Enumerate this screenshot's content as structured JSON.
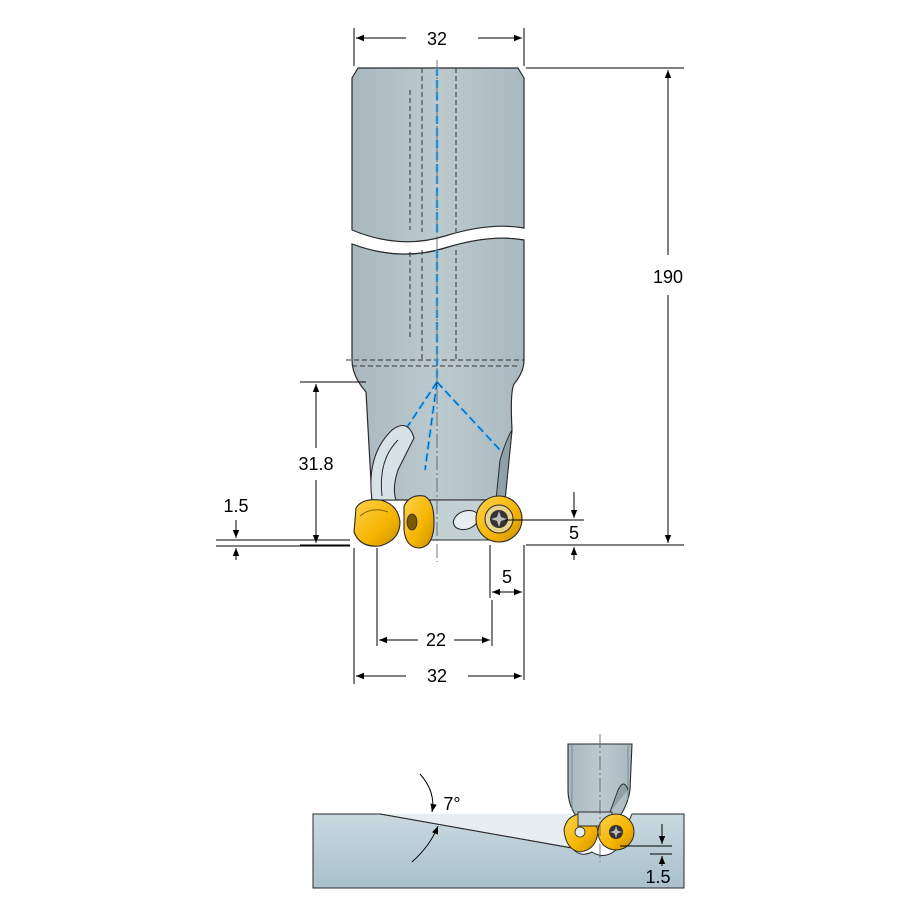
{
  "colors": {
    "body": "#b9c7cc",
    "body_dark": "#9fb0b6",
    "insert": "#f5b400",
    "insert_dark": "#c98d00",
    "coolant": "#4fc3f7",
    "workpiece": "#b7ccd6",
    "workpiece_light": "#dfe8ec"
  },
  "dimensions": {
    "shank_diameter": "32",
    "overall_length": "190",
    "head_length": "31.8",
    "max_depth_left": "1.5",
    "insert_radius_vertical": "5",
    "insert_radius_horizontal": "5",
    "core_diameter": "22",
    "cutting_diameter": "32",
    "ramp_angle": "7°",
    "max_depth_ramp": "1.5"
  },
  "icons": {
    "insert_screw": "torx-screw-icon",
    "arrow": "dimension-arrow-icon"
  }
}
